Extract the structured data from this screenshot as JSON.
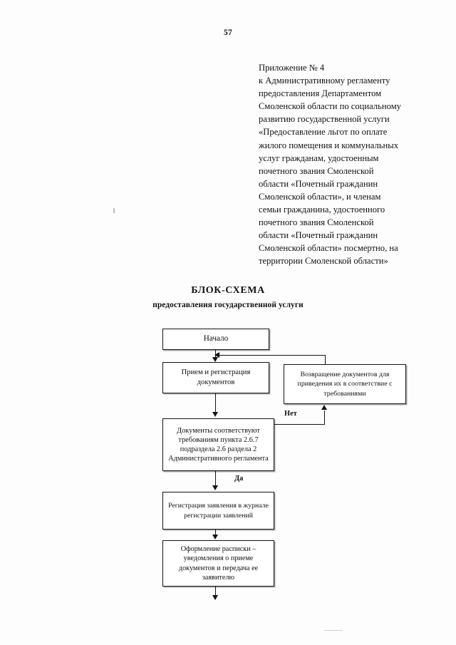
{
  "document": {
    "page_number": "57",
    "appendix": {
      "lines": [
        "Приложение № 4",
        "к Административному регламенту",
        "предоставления Департаментом",
        "Смоленской области по социальному",
        "развитию государственной услуги",
        "«Предоставление льгот по оплате",
        "жилого помещения и коммунальных",
        "услуг гражданам, удостоенным",
        "почетного звания Смоленской",
        "области «Почетный гражданин",
        "Смоленской области», и членам",
        "семьи гражданина, удостоенного",
        "почетного звания Смоленской",
        "области «Почетный гражданин",
        "Смоленской области» посмертно, на",
        "территории Смоленской области»"
      ]
    },
    "chart_title": {
      "main": "БЛОК-СХЕМА",
      "sub": "предоставления государственной услуги"
    }
  },
  "flowchart": {
    "nodes": {
      "start": "Начало",
      "intake": "Прием и регистрация документов",
      "return_documents": "Возвращение документов для приведения их в соответствие с требованиями",
      "decision": "Документы соответствуют требованиям пункта 2.6.7 подраздела 2.6 раздела 2 Административного регламента",
      "journal": "Регистрация заявления в журнале регистрации заявлений",
      "receipt": "Оформление расписки – уведомления о приеме документов и передача ее заявителю"
    },
    "edge_labels": {
      "no": "Нет",
      "yes": "Да"
    }
  }
}
